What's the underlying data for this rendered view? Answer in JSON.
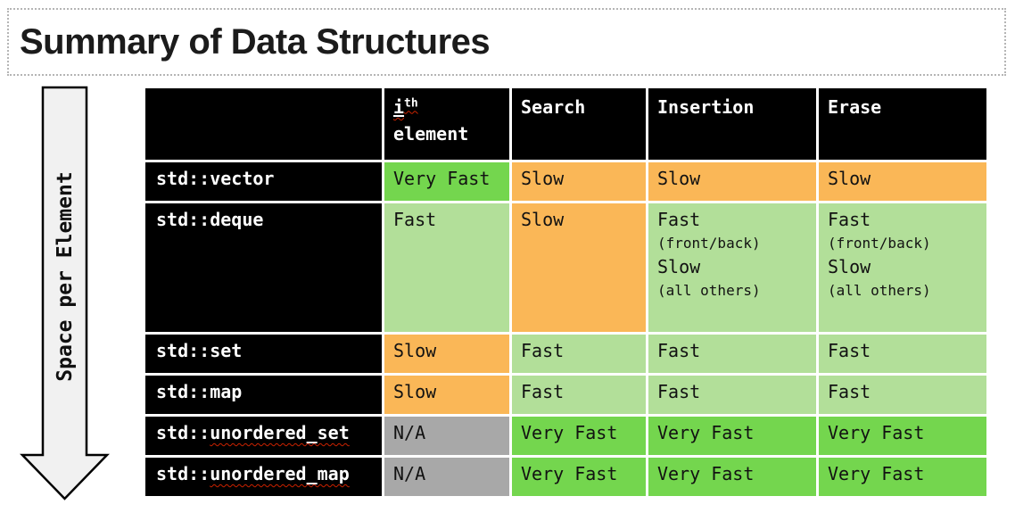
{
  "title": "Summary of Data Structures",
  "side_arrow": {
    "label": "Space per Element"
  },
  "colors": {
    "very_fast": "#74d64e",
    "fast": "#b2df99",
    "slow": "#fab757",
    "na": "#a8a8a8",
    "header_bg": "#000000",
    "header_text": "#ffffff",
    "squiggle": "#cc2200"
  },
  "table": {
    "columns": [
      {
        "label": ""
      },
      {
        "label": "ith element",
        "parts": {
          "base": "i",
          "sup": "th",
          "second_line": "element"
        },
        "spellcheck_squiggle": true
      },
      {
        "label": "Search"
      },
      {
        "label": "Insertion"
      },
      {
        "label": "Erase"
      }
    ],
    "rows": [
      {
        "label": {
          "prefix": "std::",
          "word": "vector",
          "spellcheck_squiggle": false
        },
        "cells": [
          {
            "rating": "very_fast",
            "lines": [
              "Very Fast"
            ]
          },
          {
            "rating": "slow",
            "lines": [
              "Slow"
            ]
          },
          {
            "rating": "slow",
            "lines": [
              "Slow"
            ]
          },
          {
            "rating": "slow",
            "lines": [
              "Slow"
            ]
          }
        ]
      },
      {
        "label": {
          "prefix": "std::",
          "word": "deque",
          "spellcheck_squiggle": false
        },
        "cells": [
          {
            "rating": "fast",
            "lines": [
              "Fast"
            ]
          },
          {
            "rating": "slow",
            "lines": [
              "Slow"
            ]
          },
          {
            "rating": "fast",
            "lines": [
              "Fast",
              {
                "text": "(front/back)",
                "small": true
              },
              "Slow",
              {
                "text": "(all others)",
                "small": true
              }
            ]
          },
          {
            "rating": "fast",
            "lines": [
              "Fast",
              {
                "text": "(front/back)",
                "small": true
              },
              "Slow",
              {
                "text": "(all others)",
                "small": true
              }
            ]
          }
        ]
      },
      {
        "label": {
          "prefix": "std::",
          "word": "set",
          "spellcheck_squiggle": false
        },
        "cells": [
          {
            "rating": "slow",
            "lines": [
              "Slow"
            ]
          },
          {
            "rating": "fast",
            "lines": [
              "Fast"
            ]
          },
          {
            "rating": "fast",
            "lines": [
              "Fast"
            ]
          },
          {
            "rating": "fast",
            "lines": [
              "Fast"
            ]
          }
        ]
      },
      {
        "label": {
          "prefix": "std::",
          "word": "map",
          "spellcheck_squiggle": false
        },
        "cells": [
          {
            "rating": "slow",
            "lines": [
              "Slow"
            ]
          },
          {
            "rating": "fast",
            "lines": [
              "Fast"
            ]
          },
          {
            "rating": "fast",
            "lines": [
              "Fast"
            ]
          },
          {
            "rating": "fast",
            "lines": [
              "Fast"
            ]
          }
        ]
      },
      {
        "label": {
          "prefix": "std::",
          "word": "unordered_set",
          "spellcheck_squiggle": true
        },
        "cells": [
          {
            "rating": "na",
            "lines": [
              "N/A"
            ]
          },
          {
            "rating": "very_fast",
            "lines": [
              "Very Fast"
            ]
          },
          {
            "rating": "very_fast",
            "lines": [
              "Very Fast"
            ]
          },
          {
            "rating": "very_fast",
            "lines": [
              "Very Fast"
            ]
          }
        ]
      },
      {
        "label": {
          "prefix": "std::",
          "word": "unordered_map",
          "spellcheck_squiggle": true
        },
        "cells": [
          {
            "rating": "na",
            "lines": [
              "N/A"
            ]
          },
          {
            "rating": "very_fast",
            "lines": [
              "Very Fast"
            ]
          },
          {
            "rating": "very_fast",
            "lines": [
              "Very Fast"
            ]
          },
          {
            "rating": "very_fast",
            "lines": [
              "Very Fast"
            ]
          }
        ]
      }
    ]
  }
}
